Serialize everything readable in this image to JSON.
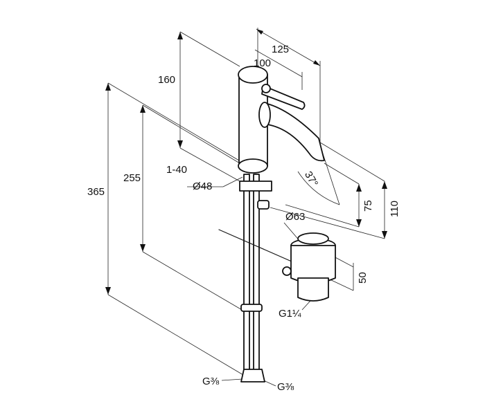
{
  "dimensions": {
    "d125": "125",
    "d100": "100",
    "d160": "160",
    "d255": "255",
    "d365": "365",
    "d1_40": "1-40",
    "d48": "Ø48",
    "d37": "37°",
    "d75": "75",
    "d110": "110",
    "d63": "Ø63",
    "d50": "50",
    "g14": "G1¼",
    "g38_left": "G⅜",
    "g38_right": "G⅜"
  }
}
